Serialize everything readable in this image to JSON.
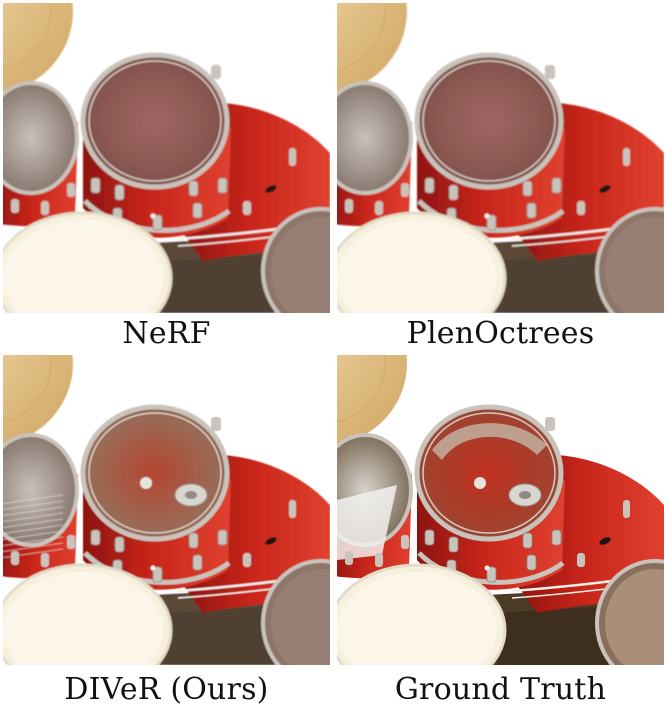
{
  "figure": {
    "panels": [
      {
        "caption": "NeRF",
        "style": "blurry"
      },
      {
        "caption": "PlenOctrees",
        "style": "blurry"
      },
      {
        "caption": "DIVeR (Ours)",
        "style": "semi"
      },
      {
        "caption": "Ground Truth",
        "style": "sharp"
      }
    ],
    "colors": {
      "drum_red": "#c8251a",
      "drum_red_dark": "#8d1410",
      "cymbal": "#d6b070",
      "chrome": "#c9c3bb",
      "head_white": "#f7f0dc"
    }
  }
}
